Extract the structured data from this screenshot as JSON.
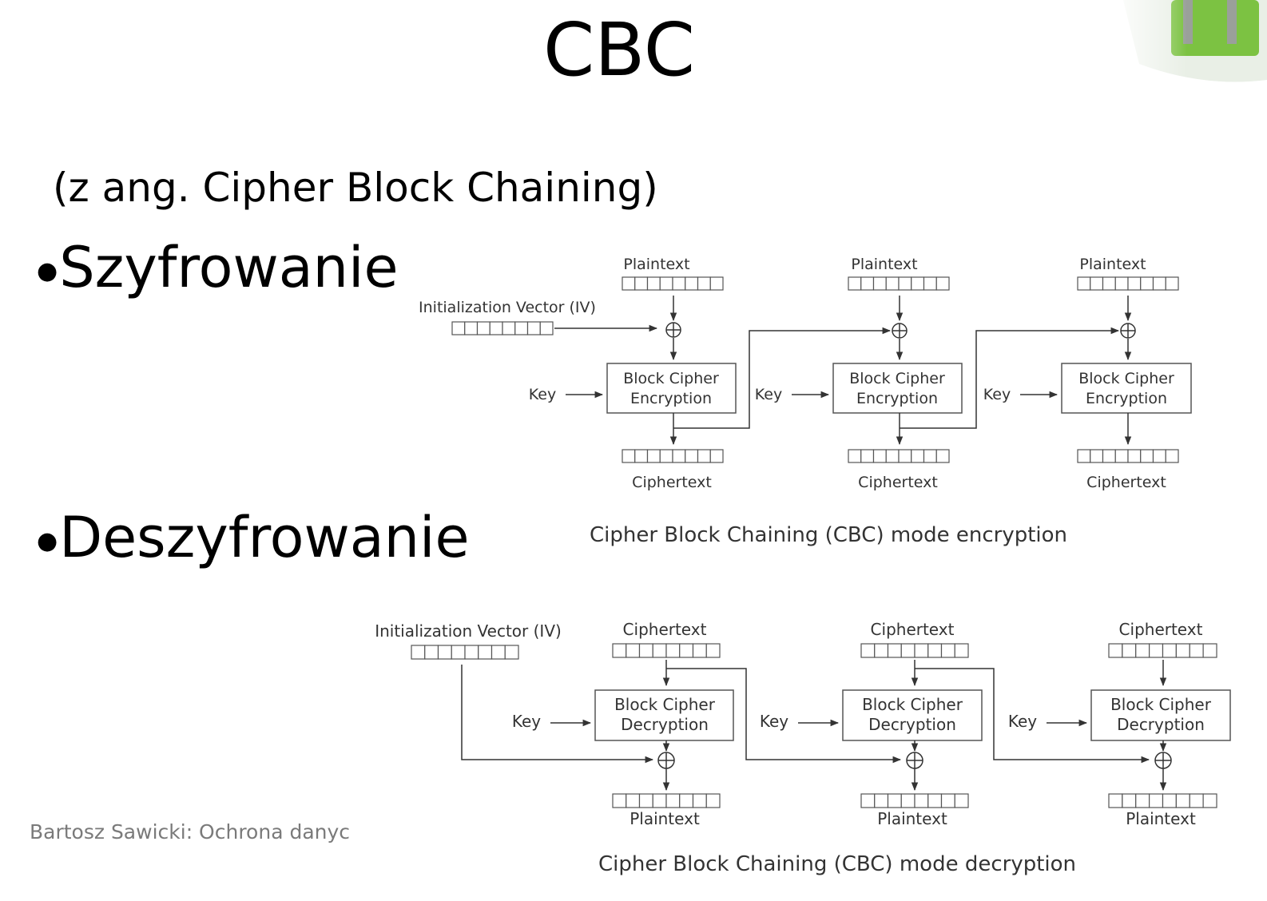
{
  "slide": {
    "title": "CBC",
    "subtitle": "(z ang. Cipher Block Chaining)",
    "bullets": [
      "Szyfrowanie",
      "Deszyfrowanie"
    ],
    "footer": "Bartosz Sawicki: Ochrona danyc"
  },
  "encryption": {
    "caption": "Cipher Block Chaining (CBC) mode encryption",
    "iv_label": "Initialization Vector (IV)",
    "input_label": "Plaintext",
    "output_label": "Ciphertext",
    "key_label": "Key",
    "block_line1": "Block Cipher",
    "block_line2": "Encryption"
  },
  "decryption": {
    "caption": "Cipher Block Chaining (CBC) mode decryption",
    "iv_label": "Initialization Vector (IV)",
    "input_label": "Ciphertext",
    "output_label": "Plaintext",
    "key_label": "Key",
    "block_line1": "Block Cipher",
    "block_line2": "Decryption"
  },
  "colors": {
    "line": "#333333",
    "box": "#555555",
    "caption": "#333333",
    "footer": "#7a7a7a",
    "logo_green": "#7cc242"
  }
}
